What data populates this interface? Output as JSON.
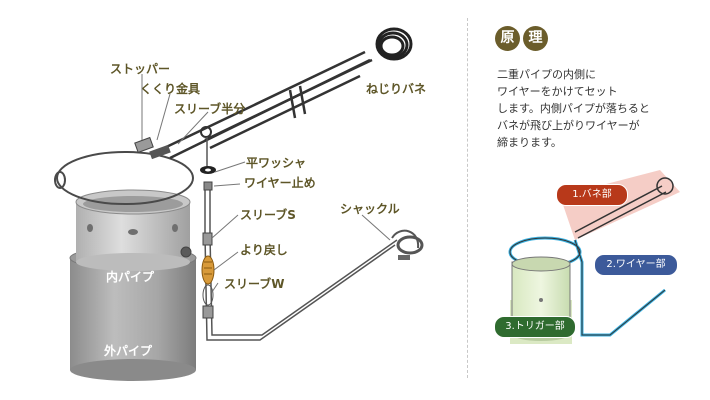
{
  "labels": {
    "stopper": "ストッパー",
    "kukuri": "くくり金具",
    "sleeve_half": "スリーブ半分",
    "twist_spring": "ねじりバネ",
    "flat_washer": "平ワッシャ",
    "wire_stop": "ワイヤー止め",
    "sleeve_s": "スリーブS",
    "swivel": "より戻し",
    "sleeve_w": "スリーブW",
    "shackle": "シャックル",
    "inner_pipe": "内パイプ",
    "outer_pipe": "外パイプ"
  },
  "principle": {
    "title_chars": [
      "原",
      "理"
    ],
    "description_lines": [
      "二重パイプの内側に",
      "ワイヤーをかけてセット",
      "します。内側パイプが落ちると",
      "バネが飛び上がりワイヤーが",
      "締まります。"
    ],
    "parts": [
      {
        "label": "1.バネ部",
        "color": "#b8391a"
      },
      {
        "label": "2.ワイヤー部",
        "color": "#3c5a9a"
      },
      {
        "label": "3.トリガー部",
        "color": "#2f6b2f"
      }
    ]
  }
}
